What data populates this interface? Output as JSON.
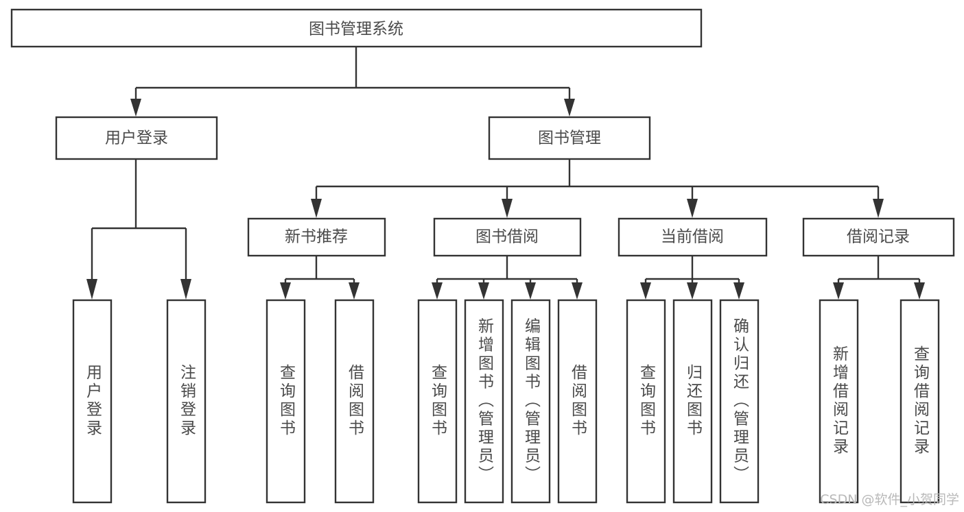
{
  "diagram": {
    "type": "tree-hierarchy",
    "title": "图书管理系统",
    "orientation": "top-down",
    "colors": {
      "box_stroke": "#333333",
      "box_fill": "#ffffff",
      "text": "#4a4a4a",
      "background": "#ffffff",
      "watermark": "#b9b9b9"
    },
    "root": {
      "label": "图书管理系统"
    },
    "level2": [
      {
        "label": "用户登录"
      },
      {
        "label": "图书管理"
      }
    ],
    "level3": [
      {
        "label": "新书推荐"
      },
      {
        "label": "图书借阅"
      },
      {
        "label": "当前借阅"
      },
      {
        "label": "借阅记录"
      }
    ],
    "leaves": {
      "user_login": [
        {
          "label": "用户登录"
        },
        {
          "label": "注销登录"
        }
      ],
      "new_book_recommend": [
        {
          "label": "查询图书"
        },
        {
          "label": "借阅图书"
        }
      ],
      "book_borrow": [
        {
          "label": "查询图书"
        },
        {
          "label": "新增图书（管理员）"
        },
        {
          "label": "编辑图书（管理员）"
        },
        {
          "label": "借阅图书"
        }
      ],
      "current_borrow": [
        {
          "label": "查询图书"
        },
        {
          "label": "归还图书"
        },
        {
          "label": "确认归还（管理员）"
        }
      ],
      "borrow_record": [
        {
          "label": "新增借阅记录"
        },
        {
          "label": "查询借阅记录"
        }
      ]
    }
  },
  "watermark": {
    "text": "CSDN @软件_小贺同学"
  }
}
